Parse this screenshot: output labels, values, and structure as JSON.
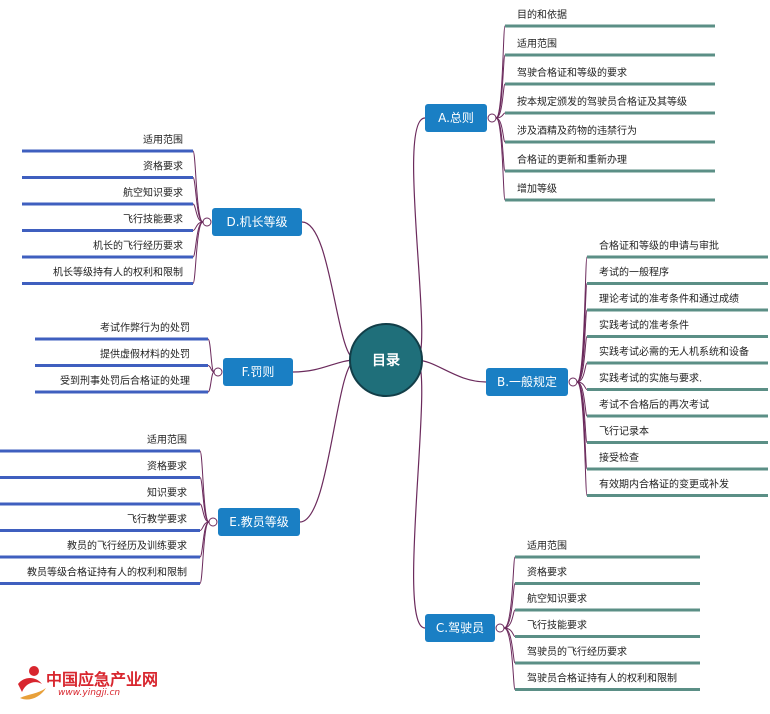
{
  "root": {
    "label": "目录"
  },
  "branches": {
    "A": {
      "label": "A.总则",
      "items": [
        "目的和依据",
        "适用范围",
        "驾驶合格证和等级的要求",
        "按本规定颁发的驾驶员合格证及其等级",
        "涉及酒精及药物的违禁行为",
        "合格证的更新和重新办理",
        "增加等级"
      ]
    },
    "B": {
      "label": "B.一般规定",
      "items": [
        "合格证和等级的申请与审批",
        "考试的一般程序",
        "理论考试的准考条件和通过成绩",
        "实践考试的准考条件",
        "实践考试必需的无人机系统和设备",
        "实践考试的实施与要求.",
        "考试不合格后的再次考试",
        "飞行记录本",
        "接受检查",
        "有效期内合格证的变更或补发"
      ]
    },
    "C": {
      "label": "C.驾驶员",
      "items": [
        "适用范围",
        "资格要求",
        "航空知识要求",
        "飞行技能要求",
        "驾驶员的飞行经历要求",
        "驾驶员合格证持有人的权利和限制"
      ]
    },
    "D": {
      "label": "D.机长等级",
      "items": [
        "适用范围",
        "资格要求",
        "航空知识要求",
        "飞行技能要求",
        "机长的飞行经历要求",
        "机长等级持有人的权利和限制"
      ]
    },
    "E": {
      "label": "E.教员等级",
      "items": [
        "适用范围",
        "资格要求",
        "知识要求",
        "飞行教学要求",
        "教员的飞行经历及训练要求",
        "教员等级合格证持有人的权利和限制"
      ]
    },
    "F": {
      "label": "F.罚则",
      "items": [
        "考试作弊行为的处罚",
        "提供虚假材料的处罚",
        "受到刑事处罚后合格证的处理"
      ]
    }
  },
  "watermark": {
    "title": "中国应急产业网",
    "url": "www.yingji.cn"
  },
  "colors": {
    "root_fill": "#1f6f7a",
    "branch_fill": "#1a7fc4",
    "connector": "#6b2a5c",
    "underline_right": "#5b8f86",
    "underline_left": "#3f5fbf",
    "watermark": "#d8262e"
  }
}
